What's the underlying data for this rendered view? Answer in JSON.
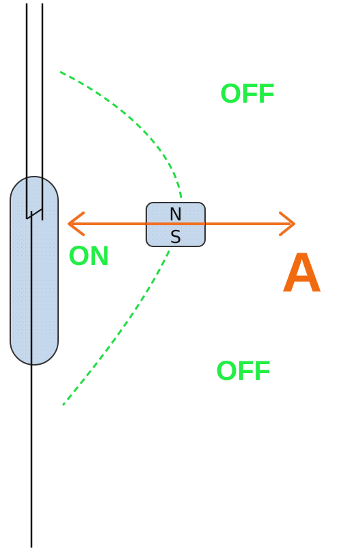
{
  "labels": {
    "off_top": "OFF",
    "on": "ON",
    "off_bottom": "OFF",
    "axis": "A"
  },
  "magnet": {
    "north": "N",
    "south": "S"
  },
  "colors": {
    "zone_text": "#22ee44",
    "field_line": "#22dd44",
    "arrow": "#f07020",
    "axis_label": "#f26a10",
    "glass_fill": "#c6d8ec",
    "outline": "#333333",
    "wire": "#111111"
  }
}
